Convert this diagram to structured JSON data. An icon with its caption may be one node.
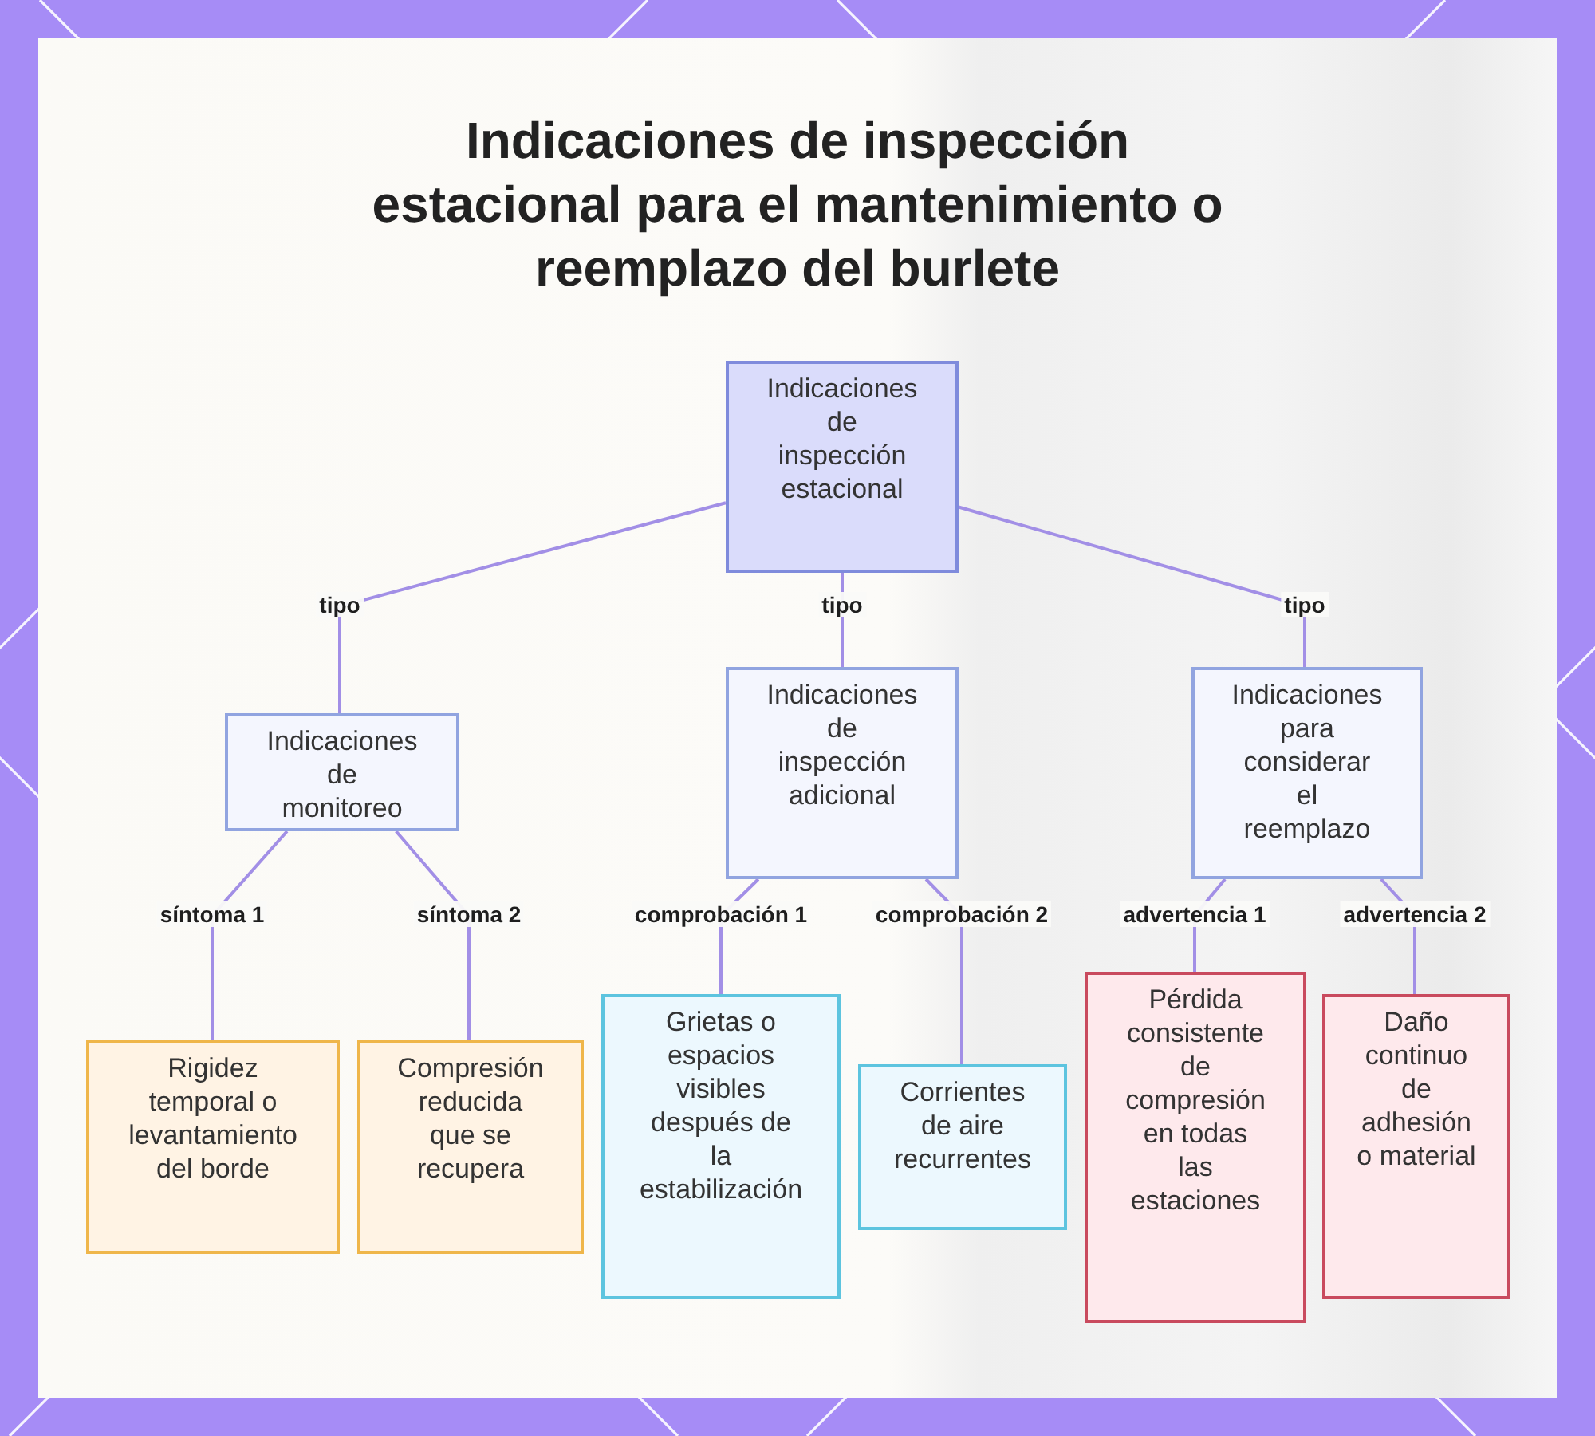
{
  "diagram": {
    "title": "Indicaciones de inspección estacional para el mantenimiento o reemplazo del burlete",
    "nodes": [
      {
        "text": [
          "Indicaciones de inspección estacional"
        ]
      },
      {
        "text": [
          "Indicaciones de monitoreo"
        ]
      },
      {
        "text": [
          "Indicaciones de inspección adicional"
        ]
      },
      {
        "text": [
          "Indicaciones para considerar el reemplazo"
        ]
      },
      {
        "text": [
          "Rigidez temporal o levantamiento del borde"
        ]
      },
      {
        "text": [
          "Compresión reducida que se recupera"
        ]
      },
      {
        "text": [
          "Grietas o espacios visibles después de la estabilización"
        ]
      },
      {
        "text": [
          "Corrientes de aire recurrentes"
        ]
      },
      {
        "text": [
          "Pérdida consistente de compresión en todas las estaciones"
        ]
      },
      {
        "text": [
          "Daño continuo de adhesión o material"
        ]
      }
    ],
    "edges": [
      {
        "from": 0,
        "to": 1,
        "arrow": "none",
        "label": "tipo"
      },
      {
        "from": 0,
        "to": 2,
        "arrow": "none",
        "label": "tipo"
      },
      {
        "from": 0,
        "to": 3,
        "arrow": "none",
        "label": "tipo"
      },
      {
        "from": 1,
        "to": 4,
        "arrow": "none",
        "label": "síntoma 1"
      },
      {
        "from": 1,
        "to": 5,
        "arrow": "none",
        "label": "síntoma 2"
      },
      {
        "from": 2,
        "to": 6,
        "arrow": "none",
        "label": "comprobación 1"
      },
      {
        "from": 2,
        "to": 7,
        "arrow": "none",
        "label": "comprobación 2"
      },
      {
        "from": 3,
        "to": 8,
        "arrow": "none",
        "label": "advertencia 1"
      },
      {
        "from": 3,
        "to": 9,
        "arrow": "none",
        "label": "advertencia 2"
      }
    ]
  }
}
